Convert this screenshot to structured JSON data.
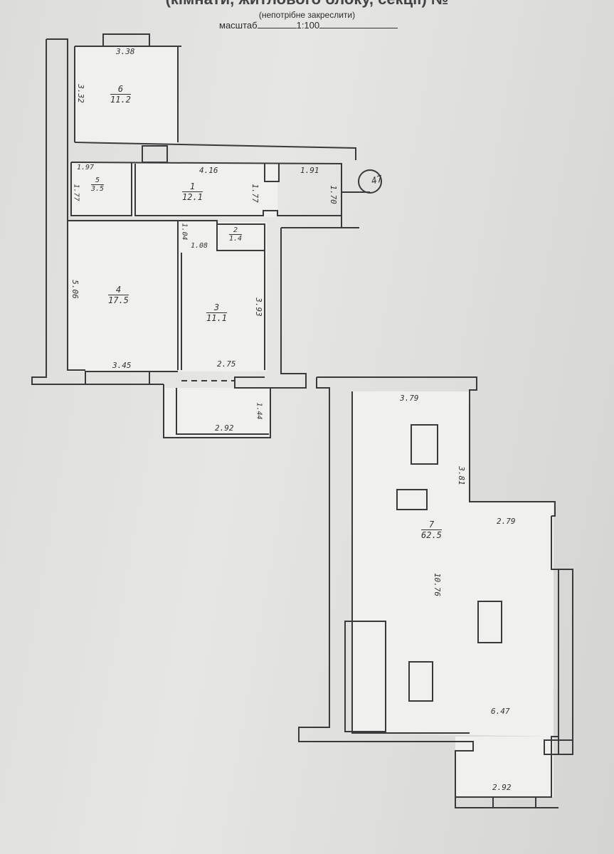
{
  "header": {
    "title_partial": "(кімнати, житлового блоку, секції) №",
    "note": "(непотрібне закреслити)",
    "scale_label": "масштаб",
    "scale_value": "1:100"
  },
  "apartment_number": "47",
  "rooms": [
    {
      "number": "6",
      "area": "11.2"
    },
    {
      "number": "5",
      "area": "3.5"
    },
    {
      "number": "1",
      "area": "12.1"
    },
    {
      "number": "2",
      "area": "1.4"
    },
    {
      "number": "4",
      "area": "17.5"
    },
    {
      "number": "3",
      "area": "11.1"
    },
    {
      "number": "7",
      "area": "62.5"
    }
  ],
  "dimensions": {
    "r6_width": "3.38",
    "r6_height": "3.32",
    "r5_width": "1.97",
    "r5_height": "1.77",
    "r1_width": "4.16",
    "r1_height": "1.77",
    "hall_width": "1.91",
    "hall_height": "1.70",
    "r2_a": "1.04",
    "r2_b": "1.08",
    "r4_height": "5.06",
    "r4_width": "3.45",
    "r3_height": "3.93",
    "r3_width": "2.75",
    "balcony_width": "2.92",
    "balcony_height": "1.44",
    "r7_top": "3.79",
    "r7_a": "3.81",
    "r7_b": "2.79",
    "r7_length": "10.76",
    "r7_c": "6.47",
    "r7_bottom": "2.92"
  }
}
